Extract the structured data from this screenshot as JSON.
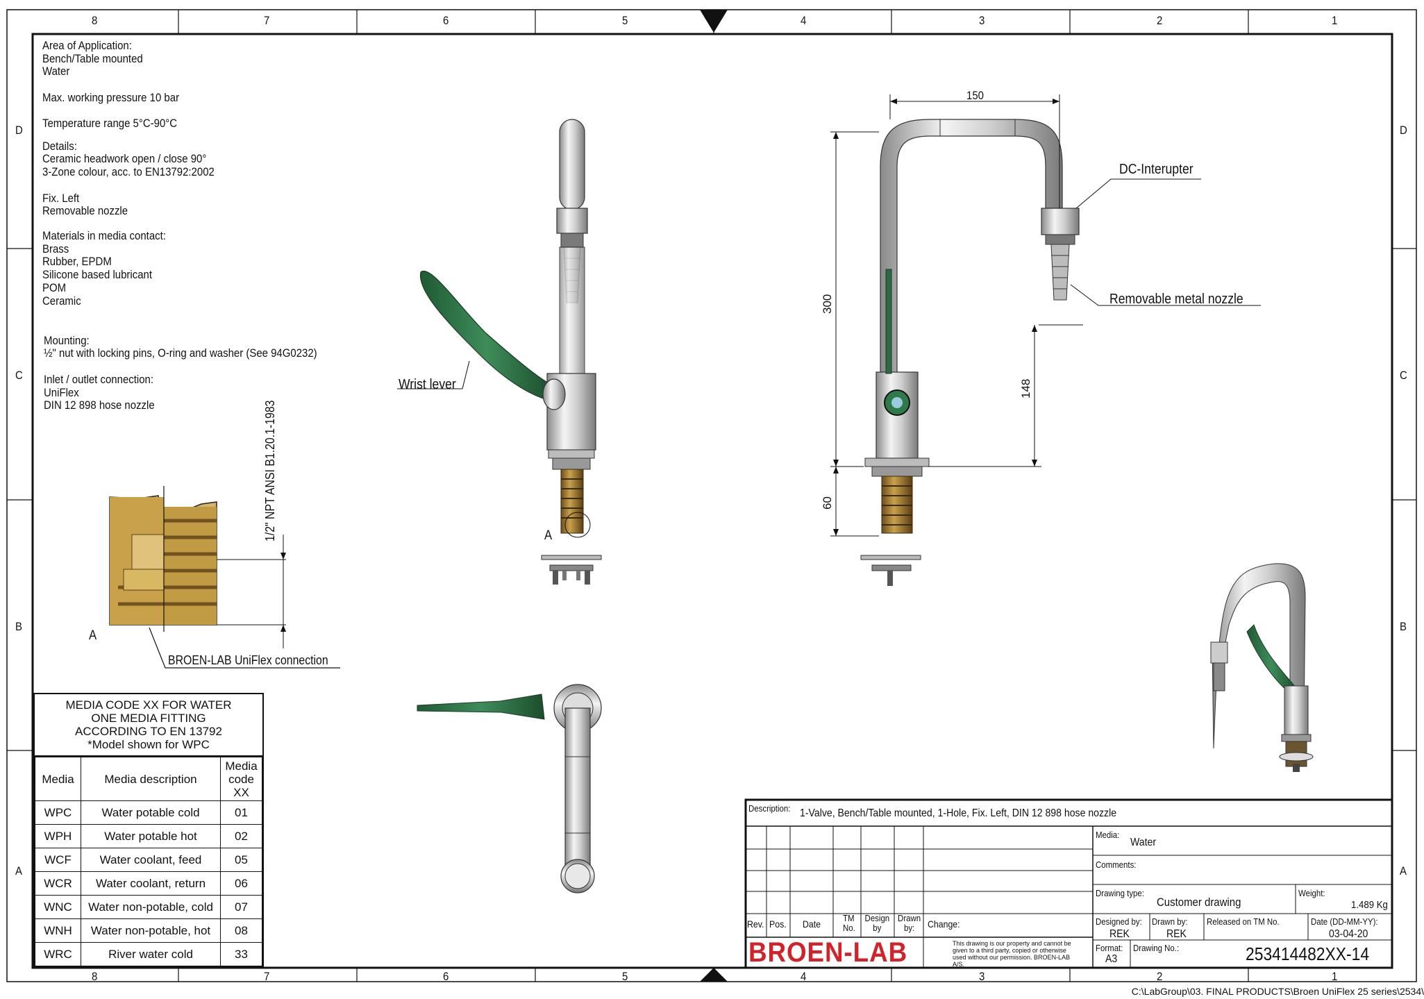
{
  "frame": {
    "top_columns": [
      "8",
      "7",
      "6",
      "5",
      "4",
      "3",
      "2",
      "1"
    ],
    "side_rows": [
      "D",
      "C",
      "B",
      "A"
    ]
  },
  "notes": {
    "area_heading": "Area of Application:",
    "area_lines": [
      "Bench/Table mounted",
      "Water"
    ],
    "pressure": "Max. working pressure 10 bar",
    "temperature": "Temperature range 5°C-90°C",
    "details_heading": "Details:",
    "details_lines": [
      "Ceramic headwork open / close 90°",
      "3-Zone colour, acc. to EN13792:2002"
    ],
    "fix_lines": [
      "Fix. Left",
      "Removable nozzle"
    ],
    "materials_heading": "Materials in media contact:",
    "materials_lines": [
      "Brass",
      "Rubber, EPDM",
      "Silicone based lubricant",
      "POM",
      "Ceramic"
    ],
    "mounting_heading": "Mounting:",
    "mounting_line": "½\" nut with locking pins, O-ring and washer (See 94G0232)",
    "inlet_heading": "Inlet / outlet connection:",
    "inlet_lines": [
      "UniFlex",
      "DIN 12 898 hose nozzle"
    ]
  },
  "callouts": {
    "npt": "1/2\" NPT ANSI B1.20.1-1983",
    "uniflex": "BROEN-LAB UniFlex connection",
    "detail_a": "A",
    "detail_a2": "A",
    "wrist_lever": "Wrist lever",
    "dc_interupter": "DC-Interupter",
    "removable_nozzle": "Removable metal nozzle"
  },
  "dimensions": {
    "width": "150",
    "height_total": "300",
    "height_outlet": "148",
    "height_shank": "60"
  },
  "media_table": {
    "title_lines": [
      "MEDIA CODE XX FOR WATER",
      "ONE MEDIA FITTING",
      "ACCORDING TO EN 13792",
      "*Model shown for WPC"
    ],
    "headers": [
      "Media",
      "Media description",
      "Media code XX"
    ],
    "rows": [
      {
        "media": "WPC",
        "description": "Water potable cold",
        "code": "01"
      },
      {
        "media": "WPH",
        "description": "Water potable hot",
        "code": "02"
      },
      {
        "media": "WCF",
        "description": "Water coolant, feed",
        "code": "05"
      },
      {
        "media": "WCR",
        "description": "Water coolant, return",
        "code": "06"
      },
      {
        "media": "WNC",
        "description": "Water non-potable, cold",
        "code": "07"
      },
      {
        "media": "WNH",
        "description": "Water non-potable, hot",
        "code": "08"
      },
      {
        "media": "WRC",
        "description": "River water cold",
        "code": "33"
      }
    ]
  },
  "title_block": {
    "description_label": "Description:",
    "description": "1-Valve, Bench/Table mounted, 1-Hole, Fix. Left, DIN 12 898 hose nozzle",
    "media_label": "Media:",
    "media_value": "Water",
    "comments_label": "Comments:",
    "drawing_type_label": "Drawing type:",
    "drawing_type": "Customer drawing",
    "weight_label": "Weight:",
    "weight": "1.489 Kg",
    "designed_by_label": "Designed by:",
    "designed_by": "REK",
    "drawn_by_label": "Drawn by:",
    "drawn_by": "REK",
    "released_label": "Released on TM No.",
    "date_label": "Date (DD-MM-YY):",
    "date": "03-04-20",
    "format_label": "Format:",
    "format": "A3",
    "drawing_no_label": "Drawing No.:",
    "drawing_no": "253414482XX-14",
    "rev_headers": [
      "Rev.",
      "Pos.",
      "Date",
      "TM No.",
      "Design by",
      "Drawn by:",
      "Change:"
    ],
    "logo": "BROEN-LAB",
    "disclaimer": "This drawing is our property and cannot be given to a third party, copied or otherwise used without our permission. BROEN-LAB A/S."
  },
  "footer_path": "C:\\LabGroup\\03. FINAL PRODUCTS\\Broen UniFlex 25 series\\2534\\",
  "colors": {
    "lever_green": "#2f7d4a",
    "brass": "#c8a23a",
    "chrome": "#d6d6d6",
    "logo_red": "#d2232a"
  }
}
